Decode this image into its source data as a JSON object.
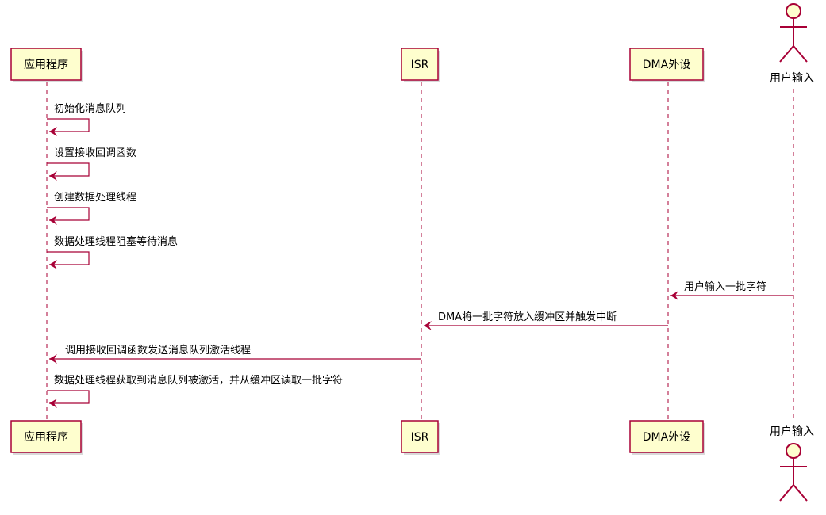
{
  "participants": {
    "app": "应用程序",
    "isr": "ISR",
    "dma": "DMA外设",
    "user": "用户输入"
  },
  "messages": [
    "初始化消息队列",
    "设置接收回调函数",
    "创建数据处理线程",
    "数据处理线程阻塞等待消息",
    "用户输入一批字符",
    "DMA将一批字符放入缓冲区并触发中断",
    "调用接收回调函数发送消息队列激活线程",
    "数据处理线程获取到消息队列被激活，并从缓冲区读取一批字符"
  ],
  "colors": {
    "participant_fill": "#FEFECE",
    "line": "#A80036"
  }
}
